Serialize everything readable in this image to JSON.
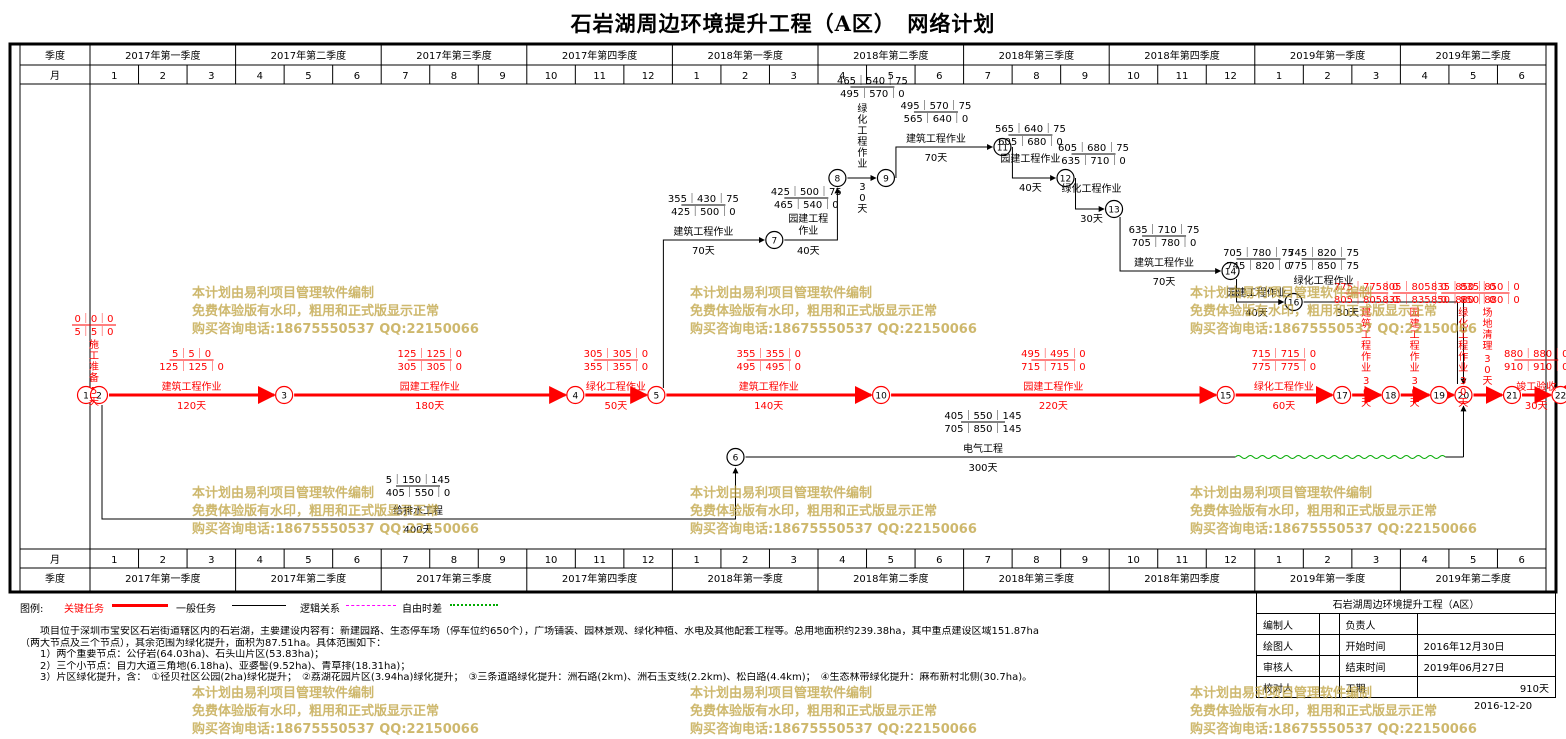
{
  "title": "石岩湖周边环境提升工程（A区）　网络计划",
  "header": {
    "season_label": "季度",
    "month_label": "月",
    "quarters": [
      "2017年第一季度",
      "2017年第二季度",
      "2017年第三季度",
      "2017年第四季度",
      "2018年第一季度",
      "2018年第二季度",
      "2018年第三季度",
      "2018年第四季度",
      "2019年第一季度",
      "2019年第二季度"
    ],
    "months": [
      "1",
      "2",
      "3",
      "4",
      "5",
      "6",
      "7",
      "8",
      "9",
      "10",
      "11",
      "12",
      "1",
      "2",
      "3",
      "4",
      "5",
      "6",
      "7",
      "8",
      "9",
      "10",
      "11",
      "12",
      "1",
      "2",
      "3",
      "4",
      "5",
      "6"
    ]
  },
  "nodes": [
    {
      "id": "1",
      "month": 0.2,
      "row": "main"
    },
    {
      "id": "2",
      "month": 0.2,
      "row": "main"
    },
    {
      "id": "3",
      "month": 4.0,
      "row": "main"
    },
    {
      "id": "4",
      "month": 10.0,
      "row": "main"
    },
    {
      "id": "5",
      "month": 11.67,
      "row": "main"
    },
    {
      "id": "6",
      "month": 13.3,
      "row": "low"
    },
    {
      "id": "7",
      "month": 14.1,
      "row": "step1"
    },
    {
      "id": "8",
      "month": 15.4,
      "row": "step2"
    },
    {
      "id": "9",
      "month": 16.4,
      "row": "step3"
    },
    {
      "id": "10",
      "month": 16.3,
      "row": "main"
    },
    {
      "id": "11",
      "month": 18.8,
      "row": "step4"
    },
    {
      "id": "12",
      "month": 20.1,
      "row": "step5"
    },
    {
      "id": "13",
      "month": 21.1,
      "row": "step6"
    },
    {
      "id": "14",
      "month": 23.5,
      "row": "step7"
    },
    {
      "id": "15",
      "month": 23.4,
      "row": "main"
    },
    {
      "id": "16",
      "month": 24.8,
      "row": "step8"
    },
    {
      "id": "17",
      "month": 25.8,
      "row": "main"
    },
    {
      "id": "18",
      "month": 26.8,
      "row": "main"
    },
    {
      "id": "19",
      "month": 27.8,
      "row": "main"
    },
    {
      "id": "20",
      "month": 28.3,
      "row": "main"
    },
    {
      "id": "21",
      "month": 29.3,
      "row": "main"
    },
    {
      "id": "22",
      "month": 30.3,
      "row": "main"
    }
  ],
  "critical_tasks": [
    {
      "from": "2",
      "to": "3",
      "name": "建筑工程作业",
      "days": "120天",
      "t1": "5｜5｜0",
      "t2": "125｜125｜0"
    },
    {
      "from": "3",
      "to": "4",
      "name": "园建工程作业",
      "days": "180天",
      "t1": "125｜125｜0",
      "t2": "305｜305｜0"
    },
    {
      "from": "4",
      "to": "5",
      "name": "绿化工程作业",
      "days": "50天",
      "t1": "305｜305｜0",
      "t2": "355｜355｜0"
    },
    {
      "from": "5",
      "to": "10",
      "name": "建筑工程作业",
      "days": "140天",
      "t1": "355｜355｜0",
      "t2": "495｜495｜0"
    },
    {
      "from": "10",
      "to": "15",
      "name": "园建工程作业",
      "days": "220天",
      "t1": "495｜495｜0",
      "t2": "715｜715｜0"
    },
    {
      "from": "15",
      "to": "17",
      "name": "绿化工程作业",
      "days": "60天",
      "t1": "715｜715｜0",
      "t2": "775｜775｜0"
    },
    {
      "from": "21",
      "to": "22",
      "name": "竣工验收",
      "days": "30天",
      "t1": "880｜880｜0",
      "t2": "910｜910｜0"
    }
  ],
  "critical_vertical": [
    {
      "node": "1",
      "name": "施工准备",
      "days": "5天",
      "t1": "0｜0｜0",
      "t2": "5｜5｜0"
    },
    {
      "node": "17",
      "name": "建筑工程作业",
      "days": "30天",
      "t1": "775｜775｜0",
      "t2": "805｜805｜0"
    },
    {
      "node": "18",
      "name": "园建工程作业",
      "days": "30天",
      "t1": "805｜805｜0",
      "t2": "835｜835｜0"
    },
    {
      "node": "19",
      "name": "绿化工程作业",
      "days": "30天",
      "t1": "835｜835｜0",
      "t2": "850｜850｜0"
    },
    {
      "node": "20",
      "name": "场地清理",
      "days": "30天",
      "t1": "850｜850｜0",
      "t2": "880｜880｜0"
    }
  ],
  "normal_tasks": [
    {
      "name": "建筑工程作业",
      "days": "70天",
      "t1": "355｜430｜75",
      "t2": "425｜500｜0"
    },
    {
      "name": "园建工程作业",
      "days": "40天",
      "t1": "425｜500｜75",
      "t2": "465｜540｜0"
    },
    {
      "name": "绿化工程作业",
      "days": "30天",
      "t1": "465｜540｜75",
      "t2": "495｜570｜0"
    },
    {
      "name": "建筑工程作业",
      "days": "70天",
      "t1": "495｜570｜75",
      "t2": "565｜640｜0"
    },
    {
      "name": "园建工程作业",
      "days": "40天",
      "t1": "565｜640｜75",
      "t2": "605｜680｜0"
    },
    {
      "name": "绿化工程作业",
      "days": "30天",
      "t1": "605｜680｜75",
      "t2": "635｜710｜0"
    },
    {
      "name": "建筑工程作业",
      "days": "70天",
      "t1": "635｜710｜75",
      "t2": "705｜780｜0"
    },
    {
      "name": "园建工程作业",
      "days": "40天",
      "t1": "705｜780｜75",
      "t2": "745｜820｜0"
    },
    {
      "name": "绿化工程作业",
      "days": "30天",
      "t1": "745｜820｜75",
      "t2": "775｜850｜75"
    },
    {
      "name": "电气工程",
      "days": "300天",
      "t1": "405｜550｜145",
      "t2": "705｜850｜145"
    },
    {
      "name": "给排水工程",
      "days": "400天",
      "t1": "5｜150｜145",
      "t2": "405｜550｜0"
    }
  ],
  "legend": {
    "prefix": "图例:",
    "critical": "关键任务",
    "normal": "一般任务",
    "logic": "逻辑关系",
    "float": "自由时差",
    "colors": {
      "critical": "#ff0000",
      "normal": "#000000",
      "logic": "#ff00ff",
      "float": "#00aa00"
    }
  },
  "description": [
    "　　项目位于深圳市宝安区石岩街道辖区内的石岩湖，主要建设内容有：新建园路、生态停车场（停车位约650个），广场铺装、园林景观、绿化种植、水电及其他配套工程等。总用地面积约239.38ha，其中重点建设区域151.87ha",
    "（两大节点及三个节点），其余范围为绿化提升，面积为87.51ha。具体范围如下：",
    "　　1）两个重要节点：公仔岩(64.03ha)、石头山片区(53.83ha)；",
    "　　2）三个小节点：自力大道三角地(6.18ha)、亚婆髻(9.52ha)、青草排(18.31ha)；",
    "　　3）片区绿化提升，含：　①径贝社区公园(2ha)绿化提升；　②荔湖花园片区(3.94ha)绿化提升；　③三条道路绿化提升：洲石路(2km)、洲石玉支线(2.2km)、松白路(4.4km)；　④生态林带绿化提升：麻布新村北侧(30.7ha)。"
  ],
  "info": {
    "project": "石岩湖周边环境提升工程（A区）",
    "editor_label": "编制人",
    "owner_label": "负责人",
    "drawer_label": "绘图人",
    "start_label": "开始时间",
    "start_value": "2016年12月30日",
    "reviewer_label": "审核人",
    "end_label": "结束时间",
    "end_value": "2019年06月27日",
    "checker_label": "校对人",
    "duration_label": "工期",
    "duration_value": "910天",
    "date": "2016-12-20"
  },
  "watermark": [
    "本计划由易利项目管理软件编制",
    "免费体验版有水印，粗用和正式版显示正常",
    "购买咨询电话:18675550537 QQ:22150066"
  ]
}
